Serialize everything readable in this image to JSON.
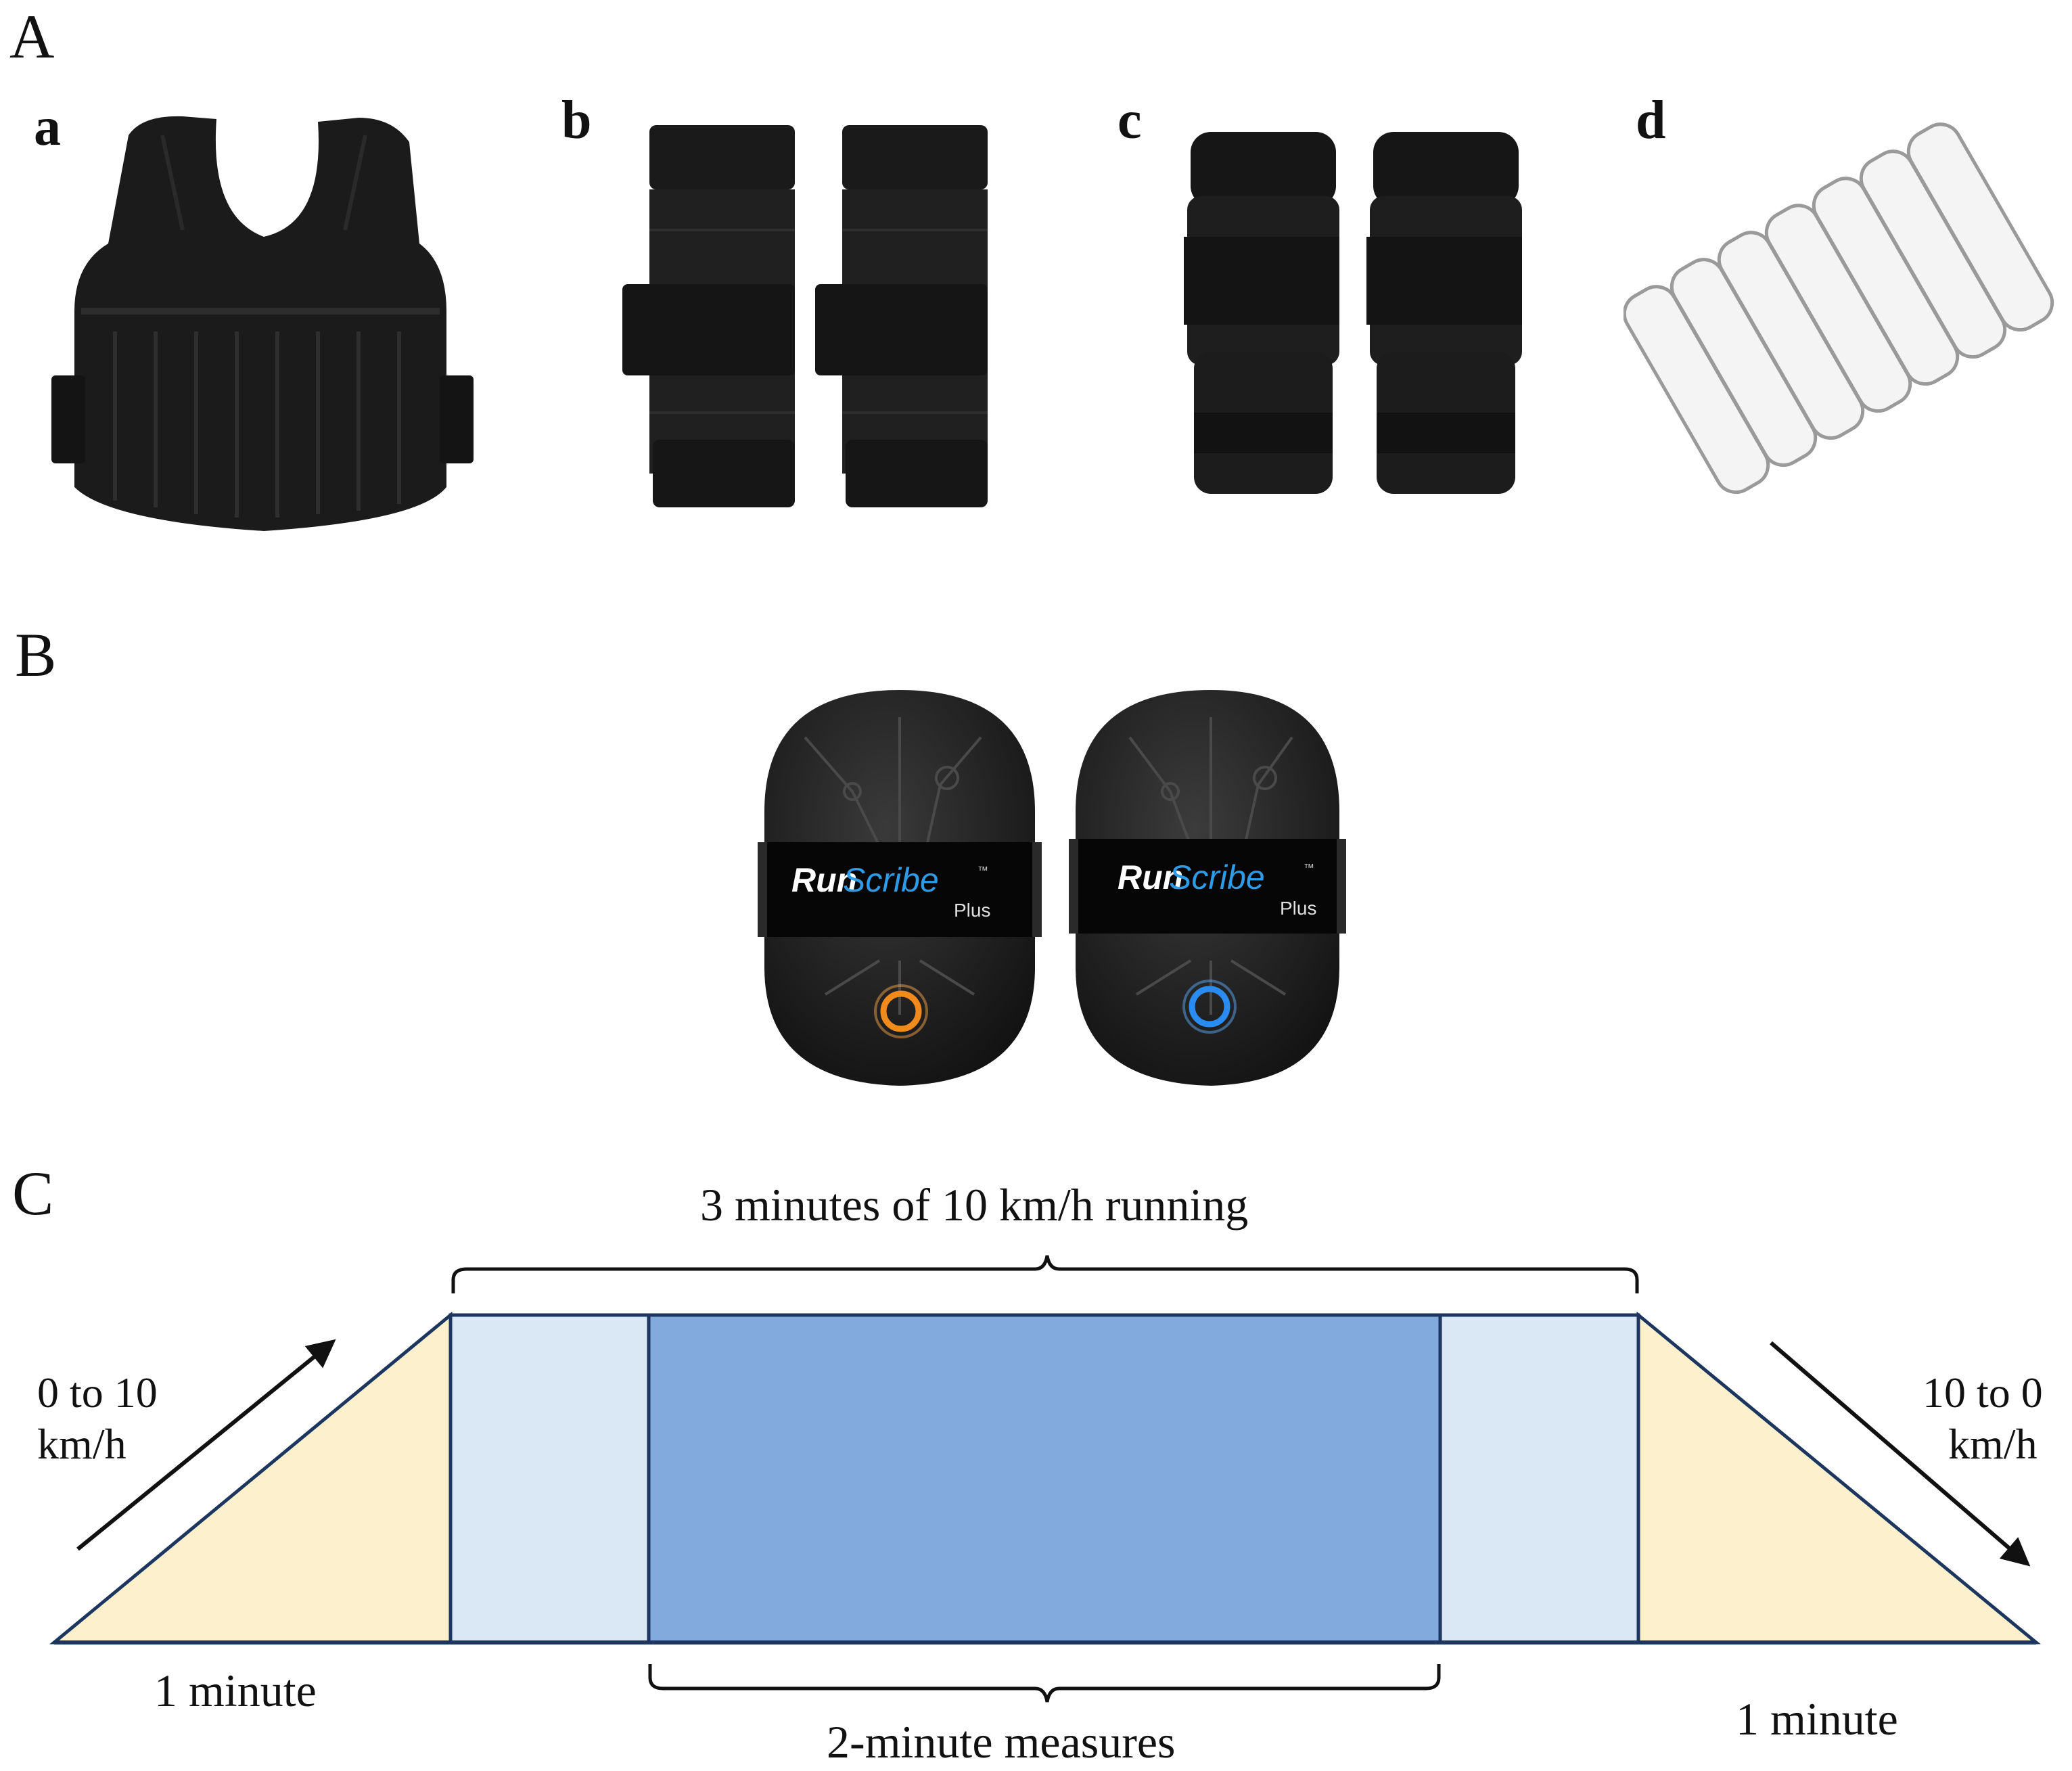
{
  "panels": {
    "A": "A",
    "B": "B",
    "C": "C"
  },
  "panel_a": {
    "items": [
      {
        "letter": "a",
        "icon": "weighted-vest"
      },
      {
        "letter": "b",
        "icon": "arm-weights-pair"
      },
      {
        "letter": "c",
        "icon": "leg-weights-pair"
      },
      {
        "letter": "d",
        "icon": "metal-weight-plates"
      }
    ]
  },
  "panel_b": {
    "sensor_brand": "RunScribe",
    "sensor_brand_run": "Run",
    "sensor_brand_scribe": "Scribe",
    "sensor_trademark": "™",
    "sensor_model": "Plus",
    "led_colors": [
      "#f08a1c",
      "#2a8cf0"
    ]
  },
  "panel_c": {
    "top_brace_label": "3 minutes of 10 km/h running",
    "bottom_brace_label": "2-minute measures",
    "left_speed_line1": "0 to 10",
    "left_speed_line2": "km/h",
    "right_speed_line1": "10 to 0",
    "right_speed_line2": "km/h",
    "left_duration": "1 minute",
    "right_duration": "1 minute",
    "colors": {
      "ramp": "#fdf0cd",
      "steady_outer": "#dae8f6",
      "measure": "#82aadd",
      "outline": "#1c3660"
    }
  }
}
